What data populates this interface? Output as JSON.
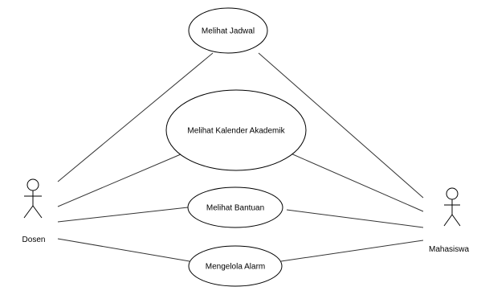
{
  "actors": {
    "dosen": {
      "label": "Dosen"
    },
    "mahasiswa": {
      "label": "Mahasiswa"
    }
  },
  "use_cases": {
    "melihat_jadwal": {
      "label": "Melihat Jadwal"
    },
    "melihat_kalender": {
      "label": "Melihat Kalender Akademik"
    },
    "melihat_bantuan": {
      "label": "Melihat Bantuan"
    },
    "mengelola_alarm": {
      "label": "Mengelola Alarm"
    }
  }
}
